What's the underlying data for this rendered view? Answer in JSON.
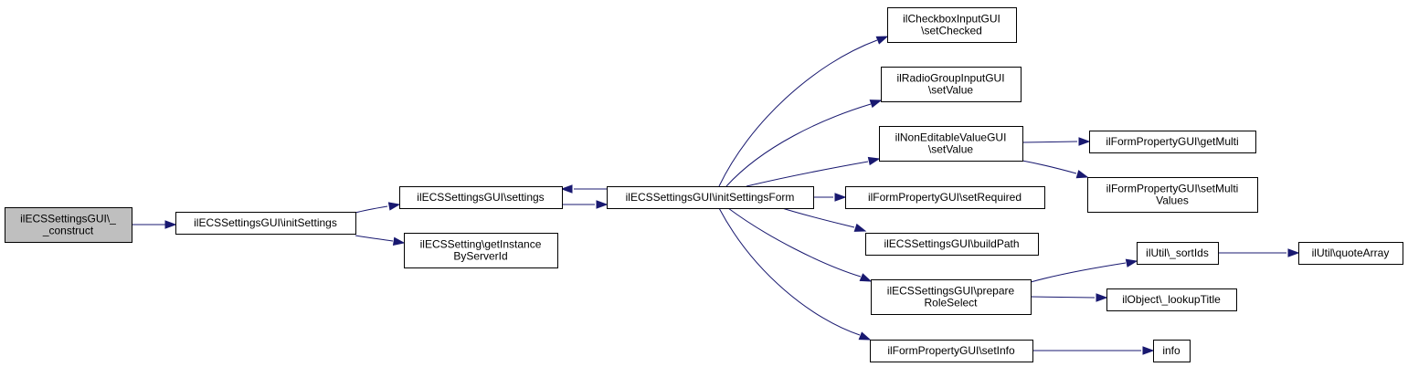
{
  "graph": {
    "edge_color": "#191970",
    "root_fill": "#bfbfbf",
    "node_fill": "#ffffff",
    "nodes": [
      {
        "id": "construct",
        "lines": [
          "ilECSSettingsGUI\\_",
          "_construct"
        ]
      },
      {
        "id": "initSettings",
        "lines": [
          "ilECSSettingsGUI\\initSettings"
        ]
      },
      {
        "id": "settings",
        "lines": [
          "ilECSSettingsGUI\\settings"
        ]
      },
      {
        "id": "getInstance",
        "lines": [
          "ilECSSetting\\getInstance",
          "ByServerId"
        ]
      },
      {
        "id": "initSettingsForm",
        "lines": [
          "ilECSSettingsGUI\\initSettingsForm"
        ]
      },
      {
        "id": "setChecked",
        "lines": [
          "ilCheckboxInputGUI",
          "\\setChecked"
        ]
      },
      {
        "id": "radioSetValue",
        "lines": [
          "ilRadioGroupInputGUI",
          "\\setValue"
        ]
      },
      {
        "id": "nonEditSetValue",
        "lines": [
          "ilNonEditableValueGUI",
          "\\setValue"
        ]
      },
      {
        "id": "setRequired",
        "lines": [
          "ilFormPropertyGUI\\setRequired"
        ]
      },
      {
        "id": "buildPath",
        "lines": [
          "ilECSSettingsGUI\\buildPath"
        ]
      },
      {
        "id": "prepareRoleSelect",
        "lines": [
          "ilECSSettingsGUI\\prepare",
          "RoleSelect"
        ]
      },
      {
        "id": "setInfo",
        "lines": [
          "ilFormPropertyGUI\\setInfo"
        ]
      },
      {
        "id": "getMulti",
        "lines": [
          "ilFormPropertyGUI\\getMulti"
        ]
      },
      {
        "id": "setMultiValues",
        "lines": [
          "ilFormPropertyGUI\\setMulti",
          "Values"
        ]
      },
      {
        "id": "sortIds",
        "lines": [
          "ilUtil\\_sortIds"
        ]
      },
      {
        "id": "lookupTitle",
        "lines": [
          "ilObject\\_lookupTitle"
        ]
      },
      {
        "id": "quoteArray",
        "lines": [
          "ilUtil\\quoteArray"
        ]
      },
      {
        "id": "info",
        "lines": [
          "info"
        ]
      }
    ],
    "edges": [
      {
        "from": "construct",
        "to": "initSettings"
      },
      {
        "from": "initSettings",
        "to": "settings"
      },
      {
        "from": "initSettings",
        "to": "getInstance"
      },
      {
        "from": "settings",
        "to": "initSettingsForm"
      },
      {
        "from": "initSettingsForm",
        "to": "settings"
      },
      {
        "from": "initSettingsForm",
        "to": "setChecked"
      },
      {
        "from": "initSettingsForm",
        "to": "radioSetValue"
      },
      {
        "from": "initSettingsForm",
        "to": "nonEditSetValue"
      },
      {
        "from": "initSettingsForm",
        "to": "setRequired"
      },
      {
        "from": "initSettingsForm",
        "to": "buildPath"
      },
      {
        "from": "initSettingsForm",
        "to": "prepareRoleSelect"
      },
      {
        "from": "initSettingsForm",
        "to": "setInfo"
      },
      {
        "from": "nonEditSetValue",
        "to": "getMulti"
      },
      {
        "from": "nonEditSetValue",
        "to": "setMultiValues"
      },
      {
        "from": "prepareRoleSelect",
        "to": "sortIds"
      },
      {
        "from": "prepareRoleSelect",
        "to": "lookupTitle"
      },
      {
        "from": "sortIds",
        "to": "quoteArray"
      },
      {
        "from": "setInfo",
        "to": "info"
      }
    ]
  }
}
